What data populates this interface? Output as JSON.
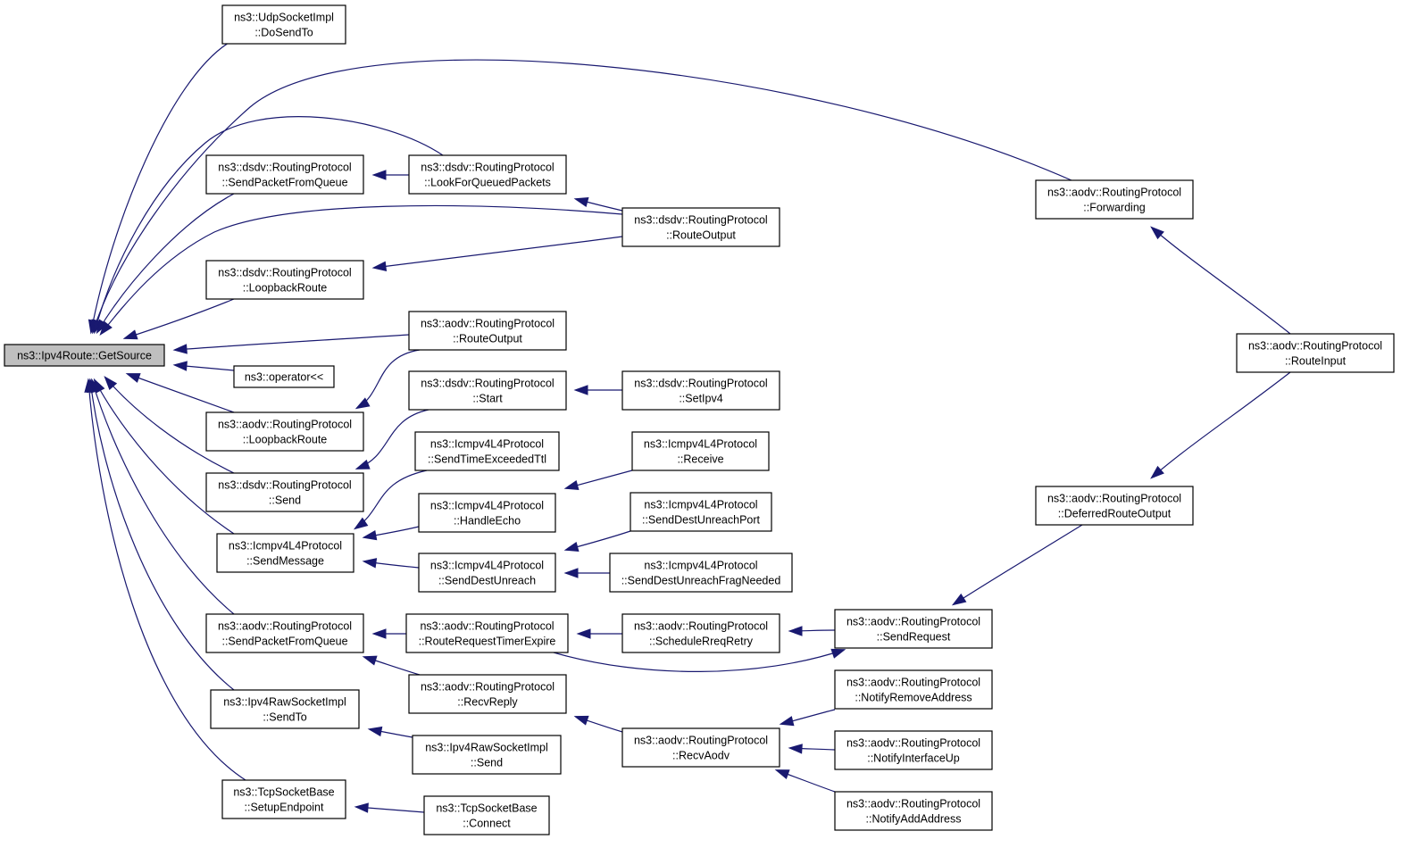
{
  "nodes": [
    {
      "id": "root",
      "lines": [
        "ns3::Ipv4Route::GetSource"
      ],
      "root": true
    },
    {
      "id": "udp",
      "lines": [
        "ns3::UdpSocketImpl",
        "::DoSendTo"
      ]
    },
    {
      "id": "dsdv_spfq",
      "lines": [
        "ns3::dsdv::RoutingProtocol",
        "::SendPacketFromQueue"
      ]
    },
    {
      "id": "dsdv_lfqp",
      "lines": [
        "ns3::dsdv::RoutingProtocol",
        "::LookForQueuedPackets"
      ]
    },
    {
      "id": "dsdv_ro",
      "lines": [
        "ns3::dsdv::RoutingProtocol",
        "::RouteOutput"
      ]
    },
    {
      "id": "dsdv_lbr",
      "lines": [
        "ns3::dsdv::RoutingProtocol",
        "::LoopbackRoute"
      ]
    },
    {
      "id": "aodv_ro",
      "lines": [
        "ns3::aodv::RoutingProtocol",
        "::RouteOutput"
      ]
    },
    {
      "id": "op",
      "lines": [
        "ns3::operator<<"
      ]
    },
    {
      "id": "dsdv_start",
      "lines": [
        "ns3::dsdv::RoutingProtocol",
        "::Start"
      ]
    },
    {
      "id": "dsdv_setipv4",
      "lines": [
        "ns3::dsdv::RoutingProtocol",
        "::SetIpv4"
      ]
    },
    {
      "id": "aodv_lbr",
      "lines": [
        "ns3::aodv::RoutingProtocol",
        "::LoopbackRoute"
      ]
    },
    {
      "id": "icmp_stet",
      "lines": [
        "ns3::Icmpv4L4Protocol",
        "::SendTimeExceededTtl"
      ]
    },
    {
      "id": "icmp_recv",
      "lines": [
        "ns3::Icmpv4L4Protocol",
        "::Receive"
      ]
    },
    {
      "id": "dsdv_send",
      "lines": [
        "ns3::dsdv::RoutingProtocol",
        "::Send"
      ]
    },
    {
      "id": "icmp_he",
      "lines": [
        "ns3::Icmpv4L4Protocol",
        "::HandleEcho"
      ]
    },
    {
      "id": "icmp_sdup",
      "lines": [
        "ns3::Icmpv4L4Protocol",
        "::SendDestUnreachPort"
      ]
    },
    {
      "id": "icmp_sm",
      "lines": [
        "ns3::Icmpv4L4Protocol",
        "::SendMessage"
      ]
    },
    {
      "id": "icmp_sdu",
      "lines": [
        "ns3::Icmpv4L4Protocol",
        "::SendDestUnreach"
      ]
    },
    {
      "id": "icmp_sdufn",
      "lines": [
        "ns3::Icmpv4L4Protocol",
        "::SendDestUnreachFragNeeded"
      ]
    },
    {
      "id": "aodv_spfq",
      "lines": [
        "ns3::aodv::RoutingProtocol",
        "::SendPacketFromQueue"
      ]
    },
    {
      "id": "aodv_rrte",
      "lines": [
        "ns3::aodv::RoutingProtocol",
        "::RouteRequestTimerExpire"
      ]
    },
    {
      "id": "aodv_srr",
      "lines": [
        "ns3::aodv::RoutingProtocol",
        "::ScheduleRreqRetry"
      ]
    },
    {
      "id": "aodv_sreq",
      "lines": [
        "ns3::aodv::RoutingProtocol",
        "::SendRequest"
      ]
    },
    {
      "id": "aodv_rrep",
      "lines": [
        "ns3::aodv::RoutingProtocol",
        "::RecvReply"
      ]
    },
    {
      "id": "aodv_nra",
      "lines": [
        "ns3::aodv::RoutingProtocol",
        "::NotifyRemoveAddress"
      ]
    },
    {
      "id": "raw_sendto",
      "lines": [
        "ns3::Ipv4RawSocketImpl",
        "::SendTo"
      ]
    },
    {
      "id": "raw_send",
      "lines": [
        "ns3::Ipv4RawSocketImpl",
        "::Send"
      ]
    },
    {
      "id": "aodv_recv",
      "lines": [
        "ns3::aodv::RoutingProtocol",
        "::RecvAodv"
      ]
    },
    {
      "id": "aodv_niu",
      "lines": [
        "ns3::aodv::RoutingProtocol",
        "::NotifyInterfaceUp"
      ]
    },
    {
      "id": "tcp_se",
      "lines": [
        "ns3::TcpSocketBase",
        "::SetupEndpoint"
      ]
    },
    {
      "id": "tcp_conn",
      "lines": [
        "ns3::TcpSocketBase",
        "::Connect"
      ]
    },
    {
      "id": "aodv_naa",
      "lines": [
        "ns3::aodv::RoutingProtocol",
        "::NotifyAddAddress"
      ]
    },
    {
      "id": "aodv_fwd",
      "lines": [
        "ns3::aodv::RoutingProtocol",
        "::Forwarding"
      ]
    },
    {
      "id": "aodv_ri",
      "lines": [
        "ns3::aodv::RoutingProtocol",
        "::RouteInput"
      ]
    },
    {
      "id": "aodv_dro",
      "lines": [
        "ns3::aodv::RoutingProtocol",
        "::DeferredRouteOutput"
      ]
    }
  ],
  "edges": [
    {
      "from": "udp",
      "to": "root"
    },
    {
      "from": "aodv_fwd",
      "to": "root"
    },
    {
      "from": "dsdv_lfqp",
      "to": "root"
    },
    {
      "from": "dsdv_spfq",
      "to": "root"
    },
    {
      "from": "dsdv_ro",
      "to": "root"
    },
    {
      "from": "dsdv_lbr",
      "to": "root"
    },
    {
      "from": "aodv_ro",
      "to": "root"
    },
    {
      "from": "op",
      "to": "root"
    },
    {
      "from": "aodv_lbr",
      "to": "root"
    },
    {
      "from": "dsdv_send",
      "to": "root"
    },
    {
      "from": "icmp_sm",
      "to": "root"
    },
    {
      "from": "aodv_spfq",
      "to": "root"
    },
    {
      "from": "raw_sendto",
      "to": "root"
    },
    {
      "from": "tcp_se",
      "to": "root"
    },
    {
      "from": "dsdv_lfqp",
      "to": "dsdv_spfq"
    },
    {
      "from": "dsdv_ro",
      "to": "dsdv_lfqp"
    },
    {
      "from": "dsdv_ro",
      "to": "dsdv_lbr"
    },
    {
      "from": "aodv_ro",
      "to": "aodv_lbr"
    },
    {
      "from": "dsdv_start",
      "to": "dsdv_send"
    },
    {
      "from": "dsdv_setipv4",
      "to": "dsdv_start"
    },
    {
      "from": "icmp_stet",
      "to": "icmp_sm"
    },
    {
      "from": "icmp_he",
      "to": "icmp_sm"
    },
    {
      "from": "icmp_sdu",
      "to": "icmp_sm"
    },
    {
      "from": "icmp_recv",
      "to": "icmp_he"
    },
    {
      "from": "icmp_sdup",
      "to": "icmp_sdu"
    },
    {
      "from": "icmp_sdufn",
      "to": "icmp_sdu"
    },
    {
      "from": "aodv_rrte",
      "to": "aodv_spfq"
    },
    {
      "from": "aodv_rrep",
      "to": "aodv_spfq"
    },
    {
      "from": "aodv_srr",
      "to": "aodv_rrte"
    },
    {
      "from": "aodv_rrte",
      "to": "aodv_sreq"
    },
    {
      "from": "aodv_sreq",
      "to": "aodv_srr"
    },
    {
      "from": "aodv_dro",
      "to": "aodv_sreq"
    },
    {
      "from": "aodv_recv",
      "to": "aodv_rrep"
    },
    {
      "from": "aodv_nra",
      "to": "aodv_recv"
    },
    {
      "from": "aodv_niu",
      "to": "aodv_recv"
    },
    {
      "from": "aodv_naa",
      "to": "aodv_recv"
    },
    {
      "from": "raw_send",
      "to": "raw_sendto"
    },
    {
      "from": "tcp_conn",
      "to": "tcp_se"
    },
    {
      "from": "aodv_ri",
      "to": "aodv_fwd"
    },
    {
      "from": "aodv_ri",
      "to": "aodv_dro"
    }
  ],
  "colors": {
    "edge": "#191970",
    "root_fill": "#bfbfbf",
    "node_fill": "#ffffff",
    "border": "#000000"
  }
}
